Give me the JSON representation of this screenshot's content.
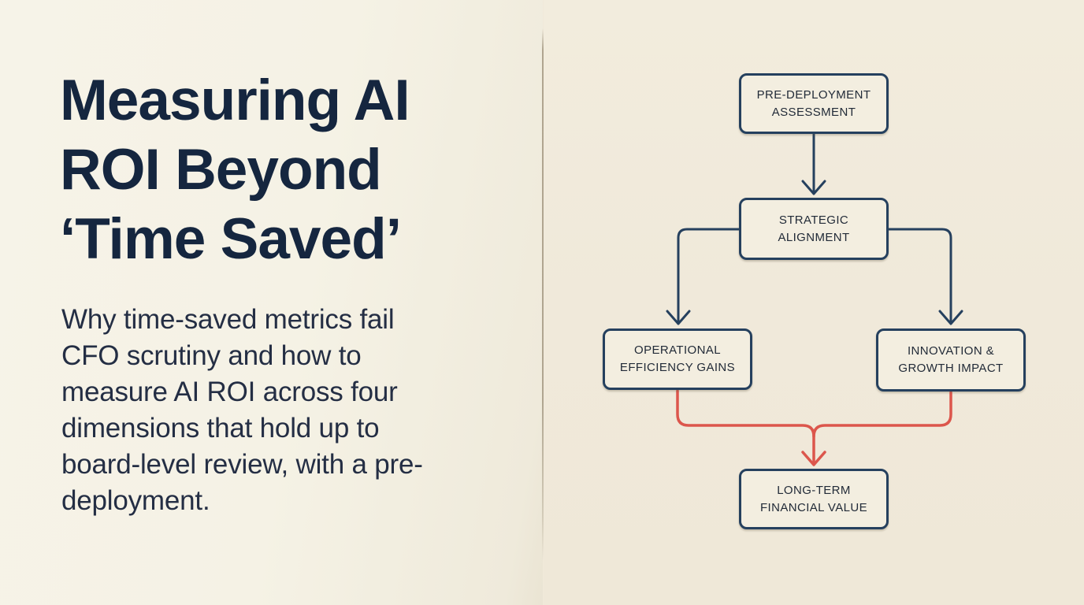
{
  "slide": {
    "headline_lines": {
      "line1": "Measuring AI",
      "line2": "ROI Beyond",
      "line3": "‘Time Saved’"
    },
    "subtitle": "Why time-saved metrics fail CFO scrutiny and how to measure AI ROI across four dimensions that hold up to board-level review, with a pre-deployment."
  },
  "flowchart": {
    "type": "flowchart",
    "nodes": [
      {
        "id": "pre-deployment-assessment",
        "label": "PRE-DEPLOYMENT ASSESSMENT"
      },
      {
        "id": "strategic-alignment",
        "label": "STRATEGIC ALIGNMENT"
      },
      {
        "id": "operational-efficiency-gains",
        "label": "OPERATIONAL EFFICIENCY GAINS"
      },
      {
        "id": "innovation-growth-impact",
        "label": "INNOVATION & GROWTH IMPACT"
      },
      {
        "id": "long-term-financial-value",
        "label": "LONG-TERM FINANCIAL VALUE"
      }
    ],
    "edges": [
      {
        "from": "pre-deployment-assessment",
        "to": "strategic-alignment",
        "color": "navy"
      },
      {
        "from": "strategic-alignment",
        "to": "operational-efficiency-gains",
        "color": "navy"
      },
      {
        "from": "strategic-alignment",
        "to": "innovation-growth-impact",
        "color": "navy"
      },
      {
        "from": "operational-efficiency-gains",
        "to": "long-term-financial-value",
        "color": "red"
      },
      {
        "from": "innovation-growth-impact",
        "to": "long-term-financial-value",
        "color": "red"
      }
    ],
    "colors": {
      "node_border": "#25405e",
      "navy_connector": "#25405e",
      "red_connector": "#dc564c",
      "title_text": "#15263f",
      "body_text": "#242e44",
      "node_text": "#222b38",
      "left_background": "#f5f2e5",
      "right_background": "#f0e9da",
      "divider": "#aca18c"
    }
  }
}
